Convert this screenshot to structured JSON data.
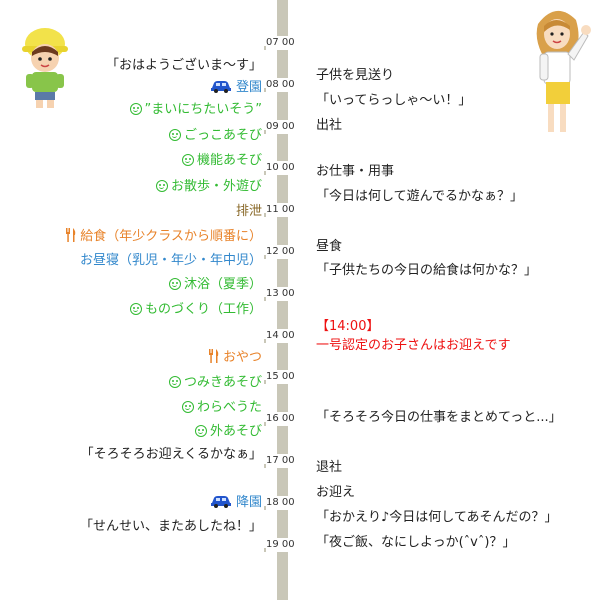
{
  "hours": [
    "07 00",
    "08 00",
    "09 00",
    "10 00",
    "11 00",
    "12 00",
    "13 00",
    "14 00",
    "15 00",
    "16 00",
    "17 00",
    "18 00",
    "19 00"
  ],
  "left": {
    "greeting": "「おはようございま～す」",
    "arrival": "登園",
    "exercise": "”まいにちたいそう”",
    "pretend_play": "ごっこあそび",
    "function_play": "機能あそび",
    "walk": "お散歩・外遊び",
    "toilet": "排泄",
    "lunch": "給食（年少クラスから順番に）",
    "nap": "お昼寝（乳児・年少・年中児）",
    "bath": "沐浴（夏季）",
    "crafts": "ものづくり（工作）",
    "snack": "おやつ",
    "blocks": "つみきあそび",
    "songs": "わらべうた",
    "outdoor": "外あそび",
    "pickup_thought": "「そろそろお迎えくるかなぁ」",
    "departure": "降園",
    "goodbye": "「せんせい、またあしたね！」"
  },
  "right": {
    "dropoff": "子供を見送り",
    "see_you": "「いってらっしゃ～い！」",
    "to_work": "出社",
    "work": "お仕事・用事",
    "wonder_play": "「今日は何して遊んでるかなぁ？」",
    "lunch": "昼食",
    "wonder_lunch": "「子供たちの今日の給食は何かな？」",
    "pickup_time": "【14:00】",
    "pickup_note": "一号認定のお子さんはお迎えです",
    "wrap_up": "「そろそろ今日の仕事をまとめてっと...」",
    "leave_work": "退社",
    "pickup": "お迎え",
    "welcome_back": "「おかえり♪今日は何してあそんだの？」",
    "dinner": "「夜ご飯、なにしよっか(ˆvˆ)？」"
  },
  "colors": {
    "timeline": "#c9c7b8",
    "activity_green": "#33bb33",
    "meal_orange": "#e8832a",
    "nap_blue": "#3388cc",
    "toilet_brown": "#8a6a2a",
    "notice_red": "#ee1111",
    "car_blue": "#2255cc"
  },
  "icons": [
    "child-character-icon",
    "mother-character-icon",
    "car-icon",
    "smiley-icon",
    "fork-knife-icon"
  ]
}
